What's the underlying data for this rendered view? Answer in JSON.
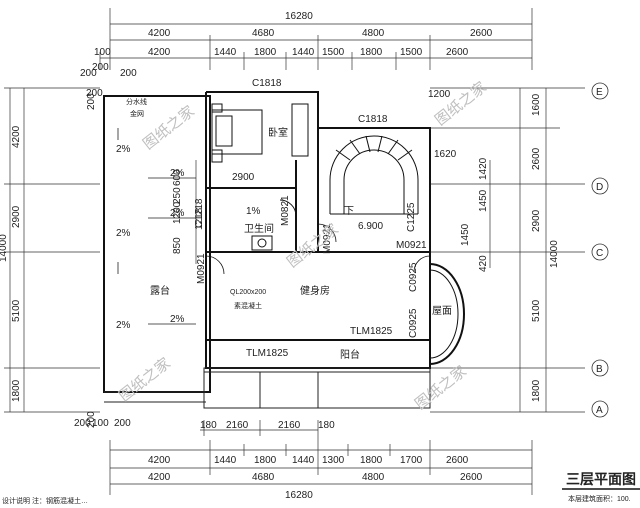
{
  "drawing": {
    "title": "三层平面图",
    "note": "本层建筑面积：100.",
    "watermark": "图纸之家",
    "left_note": "设计说明 注：钢筋混凝土…"
  },
  "dims_top": {
    "overall": "16280",
    "row1": [
      "4200",
      "4680",
      "4800",
      "2600"
    ],
    "row2_edge": "100",
    "row2": [
      "4200",
      "1440",
      "1800",
      "1440",
      "1500",
      "1800",
      "1500",
      "2600"
    ],
    "small": [
      "200",
      "200",
      "200",
      "200"
    ]
  },
  "dims_bottom": {
    "row0": [
      "180",
      "2160",
      "2160",
      "180"
    ],
    "row1": [
      "4200",
      "1440",
      "1800",
      "1440",
      "1300",
      "1800",
      "1700",
      "2600"
    ],
    "row2": [
      "4200",
      "4680",
      "4800",
      "2600"
    ],
    "overall": "16280",
    "small": [
      "200",
      "100",
      "200"
    ]
  },
  "dims_left": {
    "outer": [
      "4200",
      "2900",
      "5100",
      "1800"
    ],
    "inner": [
      "1200",
      "250",
      "600",
      "1218",
      "850"
    ],
    "cut": "14000",
    "small": [
      "200",
      "200"
    ]
  },
  "dims_right": {
    "outer": [
      "1600",
      "2600",
      "2900",
      "5100",
      "1800"
    ],
    "inner": [
      "1200",
      "1620",
      "1420",
      "1450",
      "1450",
      "420"
    ],
    "total": "14000"
  },
  "axes": [
    "E",
    "D",
    "C",
    "B",
    "A"
  ],
  "rooms": {
    "bedroom": "卧室",
    "bathroom": "卫生间",
    "terrace": "露台",
    "gym": "健身房",
    "balcony": "阳台",
    "roof": "屋面"
  },
  "labels": {
    "window_bed": "C1818",
    "window_stair": "C1818",
    "window_east": "C1225",
    "window_bath": "C1218",
    "door_bath": "M0821",
    "door_stair": "M0921",
    "door_east": "M0921",
    "door_west": "M0921",
    "win_round_1": "C0925",
    "win_round_2": "C0925",
    "tlm_1": "TLM1825",
    "tlm_2": "TLM1825",
    "slope_pct": "2%",
    "slope_bath": "1%",
    "dim_2900": "2900",
    "stair_level": "6.900",
    "stair_down": "下",
    "beam_label": "QL200x200",
    "beam_sub": "素混凝土",
    "leaf_a": "分水线",
    "leaf_b": "金网"
  }
}
